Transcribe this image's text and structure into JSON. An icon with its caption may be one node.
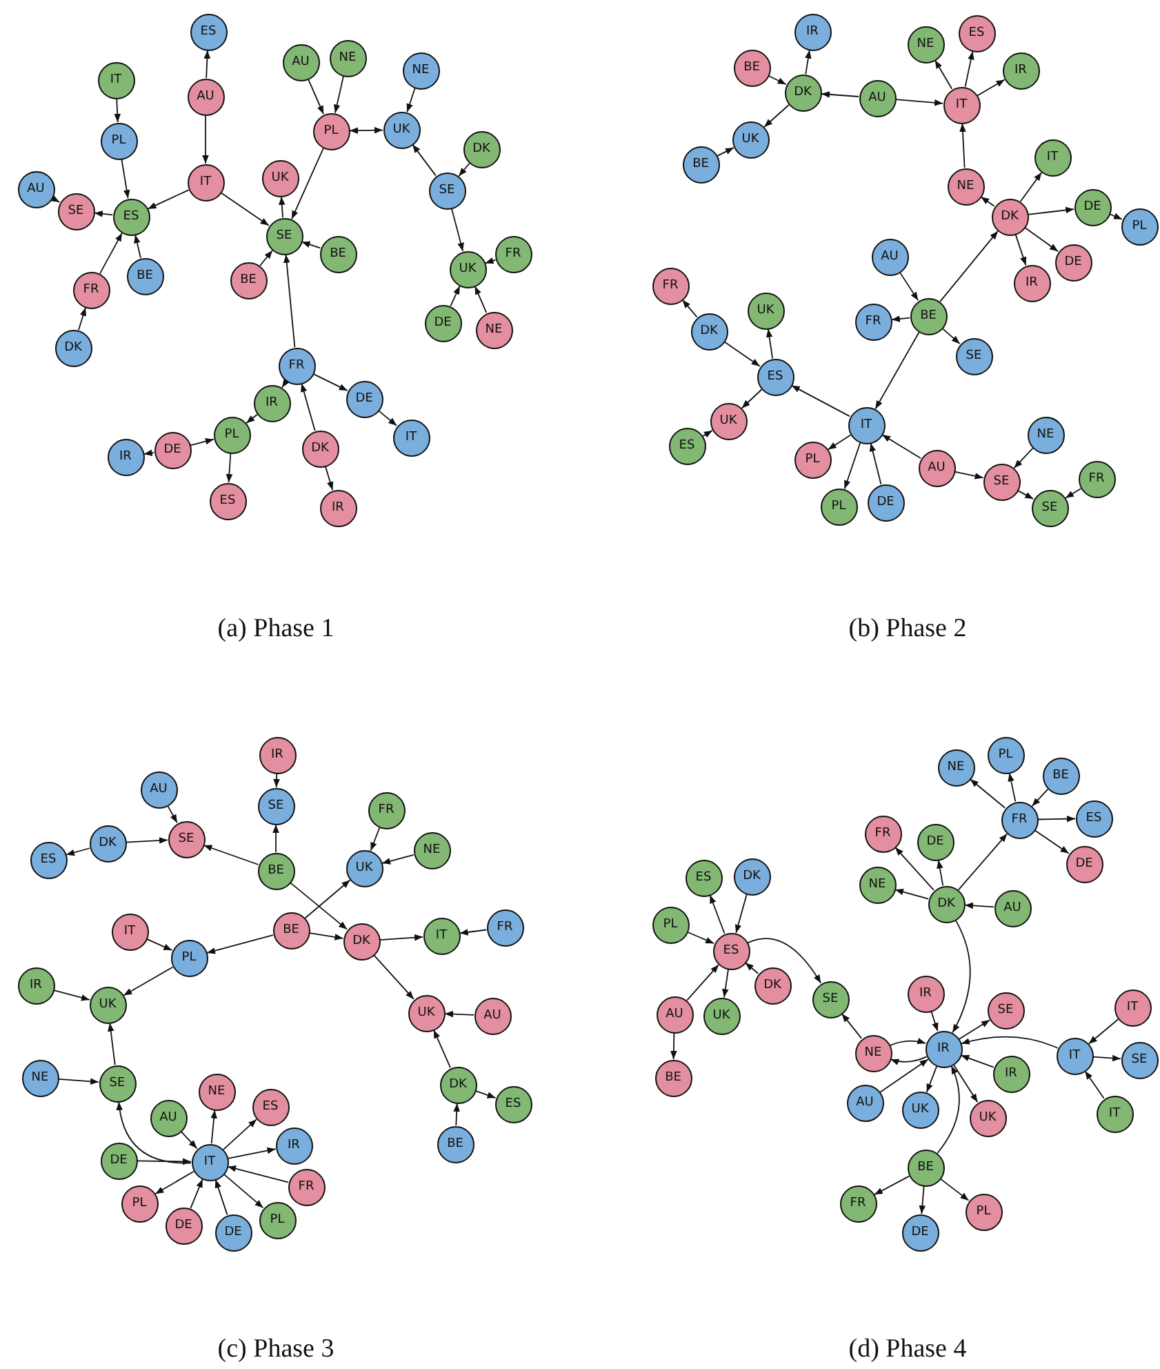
{
  "diagram": {
    "nodes": [
      {
        "text": [
          "ES"
        ]
      },
      {
        "text": [
          "AU"
        ]
      },
      {
        "text": [
          "IT"
        ]
      },
      {
        "text": [
          "PL"
        ]
      },
      {
        "text": [
          "IT"
        ]
      },
      {
        "text": [
          "UK"
        ]
      },
      {
        "text": [
          "AU"
        ]
      },
      {
        "text": [
          "SE"
        ]
      },
      {
        "text": [
          "ES"
        ]
      },
      {
        "text": [
          "SE"
        ]
      },
      {
        "text": [
          "BE"
        ]
      },
      {
        "text": [
          "BE"
        ]
      },
      {
        "text": [
          "BE"
        ]
      },
      {
        "text": [
          "FR"
        ]
      },
      {
        "text": [
          "DK"
        ]
      },
      {
        "text": [
          "AU"
        ]
      },
      {
        "text": [
          "NE"
        ]
      },
      {
        "text": [
          "NE"
        ]
      },
      {
        "text": [
          "PL"
        ]
      },
      {
        "text": [
          "UK"
        ]
      },
      {
        "text": [
          "DK"
        ]
      },
      {
        "text": [
          "SE"
        ]
      },
      {
        "text": [
          "FR"
        ]
      },
      {
        "text": [
          "UK"
        ]
      },
      {
        "text": [
          "DE"
        ]
      },
      {
        "text": [
          "NE"
        ]
      },
      {
        "text": [
          "FR"
        ]
      },
      {
        "text": [
          "DE"
        ]
      },
      {
        "text": [
          "IT"
        ]
      },
      {
        "text": [
          "IR"
        ]
      },
      {
        "text": [
          "PL"
        ]
      },
      {
        "text": [
          "DE"
        ]
      },
      {
        "text": [
          "IR"
        ]
      },
      {
        "text": [
          "ES"
        ]
      },
      {
        "text": [
          "DK"
        ]
      },
      {
        "text": [
          "IR"
        ]
      },
      {
        "text": [
          "IR"
        ]
      },
      {
        "text": [
          "BE"
        ]
      },
      {
        "text": [
          "DK"
        ]
      },
      {
        "text": [
          "AU"
        ]
      },
      {
        "text": [
          "UK"
        ]
      },
      {
        "text": [
          "BE"
        ]
      },
      {
        "text": [
          "NE"
        ]
      },
      {
        "text": [
          "ES"
        ]
      },
      {
        "text": [
          "IR"
        ]
      },
      {
        "text": [
          "IT"
        ]
      },
      {
        "text": [
          "NE"
        ]
      },
      {
        "text": [
          "IT"
        ]
      },
      {
        "text": [
          "DK"
        ]
      },
      {
        "text": [
          "DE"
        ]
      },
      {
        "text": [
          "PL"
        ]
      },
      {
        "text": [
          "DE"
        ]
      },
      {
        "text": [
          "IR"
        ]
      },
      {
        "text": [
          "AU"
        ]
      },
      {
        "text": [
          "BE"
        ]
      },
      {
        "text": [
          "FR"
        ]
      },
      {
        "text": [
          "SE"
        ]
      },
      {
        "text": [
          "FR"
        ]
      },
      {
        "text": [
          "DK"
        ]
      },
      {
        "text": [
          "UK"
        ]
      },
      {
        "text": [
          "ES"
        ]
      },
      {
        "text": [
          "UK"
        ]
      },
      {
        "text": [
          "ES"
        ]
      },
      {
        "text": [
          "IT"
        ]
      },
      {
        "text": [
          "PL"
        ]
      },
      {
        "text": [
          "PL"
        ]
      },
      {
        "text": [
          "DE"
        ]
      },
      {
        "text": [
          "AU"
        ]
      },
      {
        "text": [
          "SE"
        ]
      },
      {
        "text": [
          "NE"
        ]
      },
      {
        "text": [
          "FR"
        ]
      },
      {
        "text": [
          "SE"
        ]
      },
      {
        "text": [
          "IR"
        ]
      },
      {
        "text": [
          "SE"
        ]
      },
      {
        "text": [
          "AU"
        ]
      },
      {
        "text": [
          "SE"
        ]
      },
      {
        "text": [
          "DK"
        ]
      },
      {
        "text": [
          "ES"
        ]
      },
      {
        "text": [
          "BE"
        ]
      },
      {
        "text": [
          "FR"
        ]
      },
      {
        "text": [
          "NE"
        ]
      },
      {
        "text": [
          "UK"
        ]
      },
      {
        "text": [
          "IT"
        ]
      },
      {
        "text": [
          "PL"
        ]
      },
      {
        "text": [
          "BE"
        ]
      },
      {
        "text": [
          "DK"
        ]
      },
      {
        "text": [
          "IT"
        ]
      },
      {
        "text": [
          "FR"
        ]
      },
      {
        "text": [
          "IR"
        ]
      },
      {
        "text": [
          "UK"
        ]
      },
      {
        "text": [
          "UK"
        ]
      },
      {
        "text": [
          "AU"
        ]
      },
      {
        "text": [
          "NE"
        ]
      },
      {
        "text": [
          "SE"
        ]
      },
      {
        "text": [
          "DK"
        ]
      },
      {
        "text": [
          "ES"
        ]
      },
      {
        "text": [
          "BE"
        ]
      },
      {
        "text": [
          "NE"
        ]
      },
      {
        "text": [
          "ES"
        ]
      },
      {
        "text": [
          "AU"
        ]
      },
      {
        "text": [
          "IT"
        ]
      },
      {
        "text": [
          "IR"
        ]
      },
      {
        "text": [
          "DE"
        ]
      },
      {
        "text": [
          "FR"
        ]
      },
      {
        "text": [
          "PL"
        ]
      },
      {
        "text": [
          "DE"
        ]
      },
      {
        "text": [
          "DE"
        ]
      },
      {
        "text": [
          "PL"
        ]
      },
      {
        "text": [
          "NE"
        ]
      },
      {
        "text": [
          "PL"
        ]
      },
      {
        "text": [
          "BE"
        ]
      },
      {
        "text": [
          "FR"
        ]
      },
      {
        "text": [
          "ES"
        ]
      },
      {
        "text": [
          "DE"
        ]
      },
      {
        "text": [
          "FR"
        ]
      },
      {
        "text": [
          "DE"
        ]
      },
      {
        "text": [
          "NE"
        ]
      },
      {
        "text": [
          "DK"
        ]
      },
      {
        "text": [
          "AU"
        ]
      },
      {
        "text": [
          "ES"
        ]
      },
      {
        "text": [
          "DK"
        ]
      },
      {
        "text": [
          "PL"
        ]
      },
      {
        "text": [
          "ES"
        ]
      },
      {
        "text": [
          "DK"
        ]
      },
      {
        "text": [
          "AU"
        ]
      },
      {
        "text": [
          "UK"
        ]
      },
      {
        "text": [
          "BE"
        ]
      },
      {
        "text": [
          "SE"
        ]
      },
      {
        "text": [
          "IR"
        ]
      },
      {
        "text": [
          "SE"
        ]
      },
      {
        "text": [
          "NE"
        ]
      },
      {
        "text": [
          "IR"
        ]
      },
      {
        "text": [
          "IR"
        ]
      },
      {
        "text": [
          "IT"
        ]
      },
      {
        "text": [
          "IT"
        ]
      },
      {
        "text": [
          "SE"
        ]
      },
      {
        "text": [
          "IT"
        ]
      },
      {
        "text": [
          "AU"
        ]
      },
      {
        "text": [
          "UK"
        ]
      },
      {
        "text": [
          "UK"
        ]
      },
      {
        "text": [
          "BE"
        ]
      },
      {
        "text": [
          "FR"
        ]
      },
      {
        "text": [
          "DE"
        ]
      },
      {
        "text": [
          "PL"
        ]
      }
    ],
    "edges": [
      {
        "from": 1,
        "to": 0,
        "arrow": "to"
      },
      {
        "from": 1,
        "to": 4,
        "arrow": "to"
      },
      {
        "from": 2,
        "to": 3,
        "arrow": "to"
      },
      {
        "from": 3,
        "to": 8,
        "arrow": "to"
      },
      {
        "from": 4,
        "to": 8,
        "arrow": "to"
      },
      {
        "from": 4,
        "to": 9,
        "arrow": "to"
      },
      {
        "from": 9,
        "to": 5,
        "arrow": "to"
      },
      {
        "from": 18,
        "to": 9,
        "arrow": "to"
      },
      {
        "from": 10,
        "to": 9,
        "arrow": "to"
      },
      {
        "from": 11,
        "to": 9,
        "arrow": "to"
      },
      {
        "from": 26,
        "to": 9,
        "arrow": "to"
      },
      {
        "from": 6,
        "to": 7,
        "arrow": "to"
      },
      {
        "from": 8,
        "to": 7,
        "arrow": "to"
      },
      {
        "from": 13,
        "to": 8,
        "arrow": "to"
      },
      {
        "from": 14,
        "to": 13,
        "arrow": "to"
      },
      {
        "from": 12,
        "to": 8,
        "arrow": "to"
      },
      {
        "from": 15,
        "to": 18,
        "arrow": "to"
      },
      {
        "from": 16,
        "to": 18,
        "arrow": "to"
      },
      {
        "from": 18,
        "to": 19,
        "arrow": "both"
      },
      {
        "from": 17,
        "to": 19,
        "arrow": "to"
      },
      {
        "from": 21,
        "to": 19,
        "arrow": "to"
      },
      {
        "from": 20,
        "to": 21,
        "arrow": "to"
      },
      {
        "from": 21,
        "to": 23,
        "arrow": "to"
      },
      {
        "from": 22,
        "to": 23,
        "arrow": "to"
      },
      {
        "from": 24,
        "to": 23,
        "arrow": "to"
      },
      {
        "from": 25,
        "to": 23,
        "arrow": "to"
      },
      {
        "from": 26,
        "to": 27,
        "arrow": "to"
      },
      {
        "from": 27,
        "to": 28,
        "arrow": "to"
      },
      {
        "from": 26,
        "to": 29,
        "arrow": "to"
      },
      {
        "from": 34,
        "to": 26,
        "arrow": "to"
      },
      {
        "from": 29,
        "to": 30,
        "arrow": "to"
      },
      {
        "from": 31,
        "to": 30,
        "arrow": "to"
      },
      {
        "from": 31,
        "to": 32,
        "arrow": "to"
      },
      {
        "from": 30,
        "to": 33,
        "arrow": "to"
      },
      {
        "from": 34,
        "to": 35,
        "arrow": "to"
      },
      {
        "from": 38,
        "to": 36,
        "arrow": "to"
      },
      {
        "from": 37,
        "to": 38,
        "arrow": "to"
      },
      {
        "from": 39,
        "to": 38,
        "arrow": "to"
      },
      {
        "from": 38,
        "to": 40,
        "arrow": "to"
      },
      {
        "from": 41,
        "to": 40,
        "arrow": "to"
      },
      {
        "from": 39,
        "to": 45,
        "arrow": "to"
      },
      {
        "from": 45,
        "to": 42,
        "arrow": "to"
      },
      {
        "from": 45,
        "to": 43,
        "arrow": "to"
      },
      {
        "from": 45,
        "to": 44,
        "arrow": "to"
      },
      {
        "from": 46,
        "to": 45,
        "arrow": "to"
      },
      {
        "from": 48,
        "to": 46,
        "arrow": "to"
      },
      {
        "from": 48,
        "to": 47,
        "arrow": "to"
      },
      {
        "from": 48,
        "to": 49,
        "arrow": "to"
      },
      {
        "from": 49,
        "to": 50,
        "arrow": "to"
      },
      {
        "from": 48,
        "to": 51,
        "arrow": "to"
      },
      {
        "from": 48,
        "to": 52,
        "arrow": "to"
      },
      {
        "from": 54,
        "to": 48,
        "arrow": "to"
      },
      {
        "from": 53,
        "to": 54,
        "arrow": "to"
      },
      {
        "from": 54,
        "to": 55,
        "arrow": "to"
      },
      {
        "from": 54,
        "to": 56,
        "arrow": "to"
      },
      {
        "from": 54,
        "to": 63,
        "arrow": "to"
      },
      {
        "from": 63,
        "to": 60,
        "arrow": "to"
      },
      {
        "from": 58,
        "to": 57,
        "arrow": "to"
      },
      {
        "from": 58,
        "to": 60,
        "arrow": "to"
      },
      {
        "from": 60,
        "to": 59,
        "arrow": "to"
      },
      {
        "from": 60,
        "to": 61,
        "arrow": "to"
      },
      {
        "from": 62,
        "to": 61,
        "arrow": "to"
      },
      {
        "from": 63,
        "to": 64,
        "arrow": "to"
      },
      {
        "from": 63,
        "to": 65,
        "arrow": "to"
      },
      {
        "from": 66,
        "to": 63,
        "arrow": "to"
      },
      {
        "from": 67,
        "to": 63,
        "arrow": "to"
      },
      {
        "from": 67,
        "to": 68,
        "arrow": "to"
      },
      {
        "from": 69,
        "to": 68,
        "arrow": "to"
      },
      {
        "from": 68,
        "to": 71,
        "arrow": "to"
      },
      {
        "from": 70,
        "to": 71,
        "arrow": "to"
      },
      {
        "from": 72,
        "to": 73,
        "arrow": "to"
      },
      {
        "from": 78,
        "to": 73,
        "arrow": "to"
      },
      {
        "from": 74,
        "to": 75,
        "arrow": "to"
      },
      {
        "from": 78,
        "to": 75,
        "arrow": "to"
      },
      {
        "from": 76,
        "to": 75,
        "arrow": "to"
      },
      {
        "from": 76,
        "to": 77,
        "arrow": "to"
      },
      {
        "from": 78,
        "to": 85,
        "arrow": "to"
      },
      {
        "from": 79,
        "to": 81,
        "arrow": "to"
      },
      {
        "from": 80,
        "to": 81,
        "arrow": "to"
      },
      {
        "from": 84,
        "to": 81,
        "arrow": "to"
      },
      {
        "from": 84,
        "to": 85,
        "arrow": "to"
      },
      {
        "from": 84,
        "to": 83,
        "arrow": "to"
      },
      {
        "from": 82,
        "to": 83,
        "arrow": "to"
      },
      {
        "from": 85,
        "to": 86,
        "arrow": "to"
      },
      {
        "from": 87,
        "to": 86,
        "arrow": "to"
      },
      {
        "from": 85,
        "to": 90,
        "arrow": "to"
      },
      {
        "from": 91,
        "to": 90,
        "arrow": "to"
      },
      {
        "from": 94,
        "to": 90,
        "arrow": "to"
      },
      {
        "from": 94,
        "to": 95,
        "arrow": "to"
      },
      {
        "from": 96,
        "to": 94,
        "arrow": "to"
      },
      {
        "from": 83,
        "to": 89,
        "arrow": "to"
      },
      {
        "from": 88,
        "to": 89,
        "arrow": "to"
      },
      {
        "from": 93,
        "to": 89,
        "arrow": "to"
      },
      {
        "from": 92,
        "to": 93,
        "arrow": "to"
      },
      {
        "from": 100,
        "to": 93,
        "arrow": "to"
      },
      {
        "from": 100,
        "to": 97,
        "arrow": "to"
      },
      {
        "from": 100,
        "to": 98,
        "arrow": "to"
      },
      {
        "from": 100,
        "to": 101,
        "arrow": "to"
      },
      {
        "from": 99,
        "to": 100,
        "arrow": "to"
      },
      {
        "from": 102,
        "to": 100,
        "arrow": "to"
      },
      {
        "from": 100,
        "to": 104,
        "arrow": "to"
      },
      {
        "from": 105,
        "to": 100,
        "arrow": "to"
      },
      {
        "from": 106,
        "to": 100,
        "arrow": "to"
      },
      {
        "from": 103,
        "to": 100,
        "arrow": "to"
      },
      {
        "from": 100,
        "to": 107,
        "arrow": "to"
      },
      {
        "from": 111,
        "to": 108,
        "arrow": "to"
      },
      {
        "from": 111,
        "to": 109,
        "arrow": "to"
      },
      {
        "from": 110,
        "to": 111,
        "arrow": "to"
      },
      {
        "from": 111,
        "to": 112,
        "arrow": "to"
      },
      {
        "from": 111,
        "to": 113,
        "arrow": "to"
      },
      {
        "from": 117,
        "to": 111,
        "arrow": "to"
      },
      {
        "from": 117,
        "to": 114,
        "arrow": "to"
      },
      {
        "from": 117,
        "to": 115,
        "arrow": "to"
      },
      {
        "from": 117,
        "to": 116,
        "arrow": "to"
      },
      {
        "from": 118,
        "to": 117,
        "arrow": "to"
      },
      {
        "from": 117,
        "to": 131,
        "arrow": "to"
      },
      {
        "from": 122,
        "to": 119,
        "arrow": "to"
      },
      {
        "from": 120,
        "to": 122,
        "arrow": "to"
      },
      {
        "from": 121,
        "to": 122,
        "arrow": "to"
      },
      {
        "from": 124,
        "to": 122,
        "arrow": "to"
      },
      {
        "from": 124,
        "to": 126,
        "arrow": "to"
      },
      {
        "from": 123,
        "to": 122,
        "arrow": "to"
      },
      {
        "from": 122,
        "to": 125,
        "arrow": "to"
      },
      {
        "from": 122,
        "to": 127,
        "arrow": "to"
      },
      {
        "from": 130,
        "to": 127,
        "arrow": "to"
      },
      {
        "from": 130,
        "to": 131,
        "arrow": "to"
      },
      {
        "from": 137,
        "to": 131,
        "arrow": "to"
      },
      {
        "from": 131,
        "to": 130,
        "arrow": "to"
      },
      {
        "from": 128,
        "to": 131,
        "arrow": "to"
      },
      {
        "from": 131,
        "to": 129,
        "arrow": "to"
      },
      {
        "from": 140,
        "to": 131,
        "arrow": "to"
      },
      {
        "from": 131,
        "to": 138,
        "arrow": "to"
      },
      {
        "from": 131,
        "to": 139,
        "arrow": "to"
      },
      {
        "from": 132,
        "to": 131,
        "arrow": "to"
      },
      {
        "from": 133,
        "to": 131,
        "arrow": "to"
      },
      {
        "from": 134,
        "to": 133,
        "arrow": "to"
      },
      {
        "from": 133,
        "to": 135,
        "arrow": "to"
      },
      {
        "from": 136,
        "to": 133,
        "arrow": "to"
      },
      {
        "from": 140,
        "to": 141,
        "arrow": "to"
      },
      {
        "from": 140,
        "to": 142,
        "arrow": "to"
      },
      {
        "from": 140,
        "to": 143,
        "arrow": "to"
      }
    ],
    "labels": [
      "(a) Phase 1",
      "(b) Phase 2",
      "(c) Phase 3",
      "(d) Phase 4"
    ]
  }
}
